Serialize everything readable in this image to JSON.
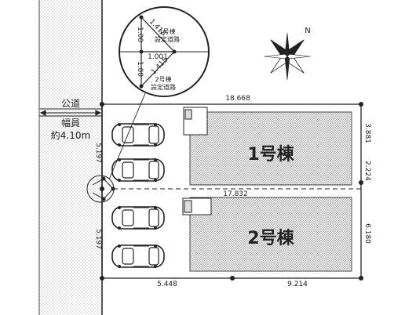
{
  "road": {
    "label": "公道",
    "width_label": "幅員",
    "width_value": "約4.10m"
  },
  "buildings": [
    {
      "id": "b1",
      "label": "1号棟"
    },
    {
      "id": "b2",
      "label": "2号棟"
    }
  ],
  "dimensions": {
    "top_width": "18.668",
    "middle_width": "17.832",
    "bottom_left": "5.448",
    "bottom_right": "9.214",
    "right_b1_upper": "3.881",
    "right_b1_lower": "2.224",
    "right_b2": "6.180",
    "left_b1": "5.197",
    "left_b2": "5.197"
  },
  "inset": {
    "top_label": "1号棟",
    "top_sublabel": "設定道路",
    "bottom_label": "2号棟",
    "bottom_sublabel": "設定道路",
    "diag_upper": "1.418",
    "diag_lower": "1.415",
    "center_value": "1.001",
    "vert_upper": "1.00",
    "vert_lower": "1.00"
  },
  "compass": {
    "north_label": "N"
  },
  "colors": {
    "ink": "#222222",
    "dots": "#8f8f8f",
    "paper": "#ffffff"
  }
}
